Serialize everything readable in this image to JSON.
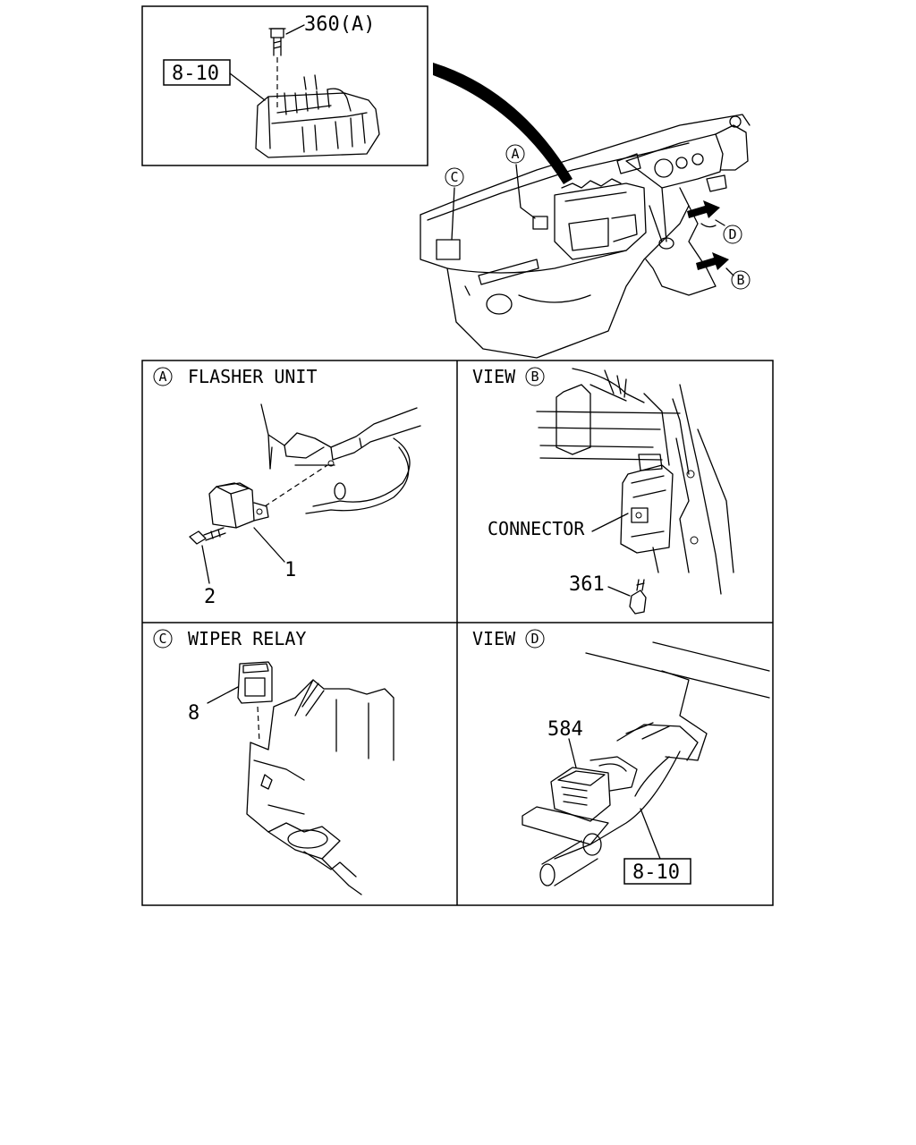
{
  "overview": {
    "inset_bolt_label": "360(A)",
    "inset_ref_label": "8-10",
    "marker_a": "A",
    "marker_b": "B",
    "marker_c": "C",
    "marker_d": "D"
  },
  "panels": [
    {
      "marker": "A",
      "title": "FLASHER UNIT",
      "callouts": [
        "1",
        "2"
      ]
    },
    {
      "prefix": "VIEW",
      "marker": "B",
      "callouts": [
        "CONNECTOR",
        "361"
      ]
    },
    {
      "marker": "C",
      "title": "WIPER RELAY",
      "callouts": [
        "8"
      ]
    },
    {
      "prefix": "VIEW",
      "marker": "D",
      "callouts": [
        "584",
        "8-10"
      ]
    }
  ]
}
